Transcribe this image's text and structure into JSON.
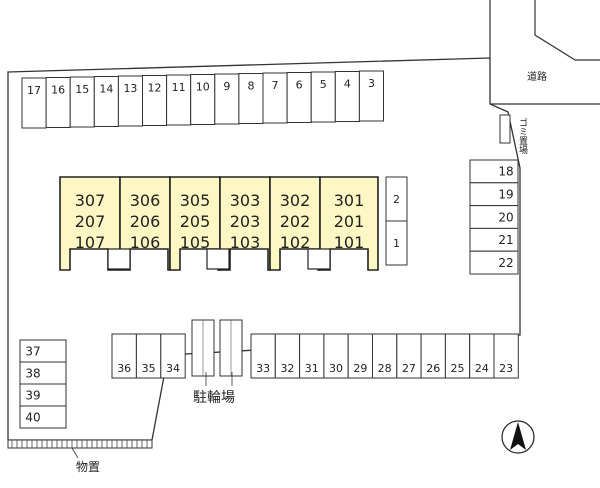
{
  "top_spaces": [
    "17",
    "16",
    "15",
    "14",
    "13",
    "12",
    "11",
    "10",
    "9",
    "8",
    "7",
    "6",
    "5",
    "4",
    "3"
  ],
  "side_spaces": [
    "2",
    "1"
  ],
  "right_spaces": [
    "18",
    "19",
    "20",
    "21",
    "22"
  ],
  "left_spaces": [
    "37",
    "38",
    "39",
    "40"
  ],
  "bottom_left_spaces": [
    "36",
    "35",
    "34"
  ],
  "bottom_right_spaces": [
    "33",
    "32",
    "31",
    "30",
    "29",
    "28",
    "27",
    "26",
    "25",
    "24",
    "23"
  ],
  "units": [
    {
      "floors": [
        "307",
        "207",
        "107"
      ]
    },
    {
      "floors": [
        "306",
        "206",
        "106"
      ]
    },
    {
      "floors": [
        "305",
        "205",
        "105"
      ]
    },
    {
      "floors": [
        "303",
        "203",
        "103"
      ]
    },
    {
      "floors": [
        "302",
        "202",
        "102"
      ]
    },
    {
      "floors": [
        "301",
        "201",
        "101"
      ]
    }
  ],
  "labels": {
    "road": "道路",
    "garbage": "ゴミ置場",
    "bicycle": "駐輪場",
    "storage": "物置"
  },
  "colors": {
    "building_fill": "#fdf7c4",
    "line": "#222222"
  }
}
